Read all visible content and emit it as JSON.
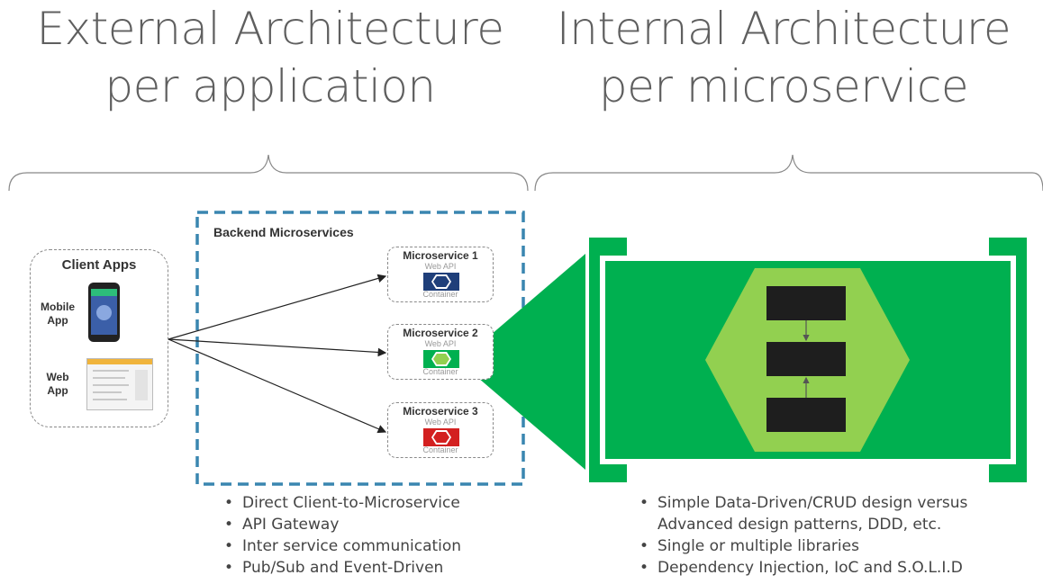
{
  "titles": {
    "left_line1": "External Architecture",
    "left_line2": "per application",
    "right_line1": "Internal Architecture",
    "right_line2": "per microservice"
  },
  "client": {
    "title": "Client Apps",
    "mobile_line1": "Mobile",
    "mobile_line2": "App",
    "web_line1": "Web",
    "web_line2": "App"
  },
  "backend": {
    "title": "Backend Microservices",
    "services": [
      {
        "name": "Microservice 1",
        "sub": "Web API",
        "container": "Container",
        "color": "#1f3f7a"
      },
      {
        "name": "Microservice 2",
        "sub": "Web API",
        "container": "Container",
        "color": "#00b050"
      },
      {
        "name": "Microservice 3",
        "sub": "Web API",
        "container": "Container",
        "color": "#d32020"
      }
    ]
  },
  "bullets_left": [
    "Direct Client-to-Microservice",
    "API Gateway",
    "Inter service communication",
    "Pub/Sub and Event-Driven"
  ],
  "bullets_right": {
    "item1_line1": "Simple Data-Driven/CRUD design versus",
    "item1_line2": "Advanced design patterns, DDD, etc.",
    "item2": "Single or multiple libraries",
    "item3": "Dependency Injection, IoC and S.O.L.I.D"
  },
  "colors": {
    "backend_border": "#3a86b0",
    "green": "#00b050",
    "light_green": "#92d050",
    "dark_block": "#1e1e1e"
  }
}
